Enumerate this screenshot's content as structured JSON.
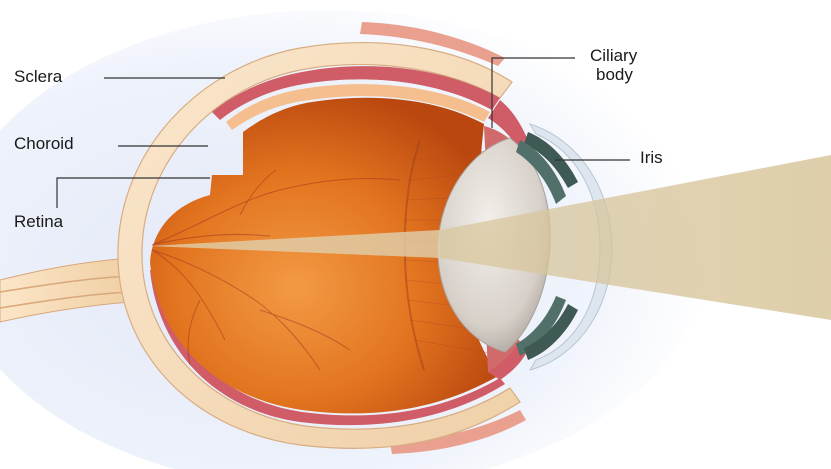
{
  "diagram": {
    "labels": {
      "sclera": "Sclera",
      "choroid": "Choroid",
      "retina": "Retina",
      "ciliary_line1": "Ciliary",
      "ciliary_line2": "body",
      "iris": "Iris"
    },
    "colors": {
      "sclera": "#f6dcbb",
      "choroid": "#c9535e",
      "retina": "#f2b987",
      "vitreous": "#d9661c",
      "vitreous_center": "#f08a34",
      "lens": "#ddd6cf",
      "iris": "#3f5a55",
      "cornea": "#dde6ee",
      "light_beam": "#d8c59a",
      "background_glow": "#d6dff2"
    }
  }
}
